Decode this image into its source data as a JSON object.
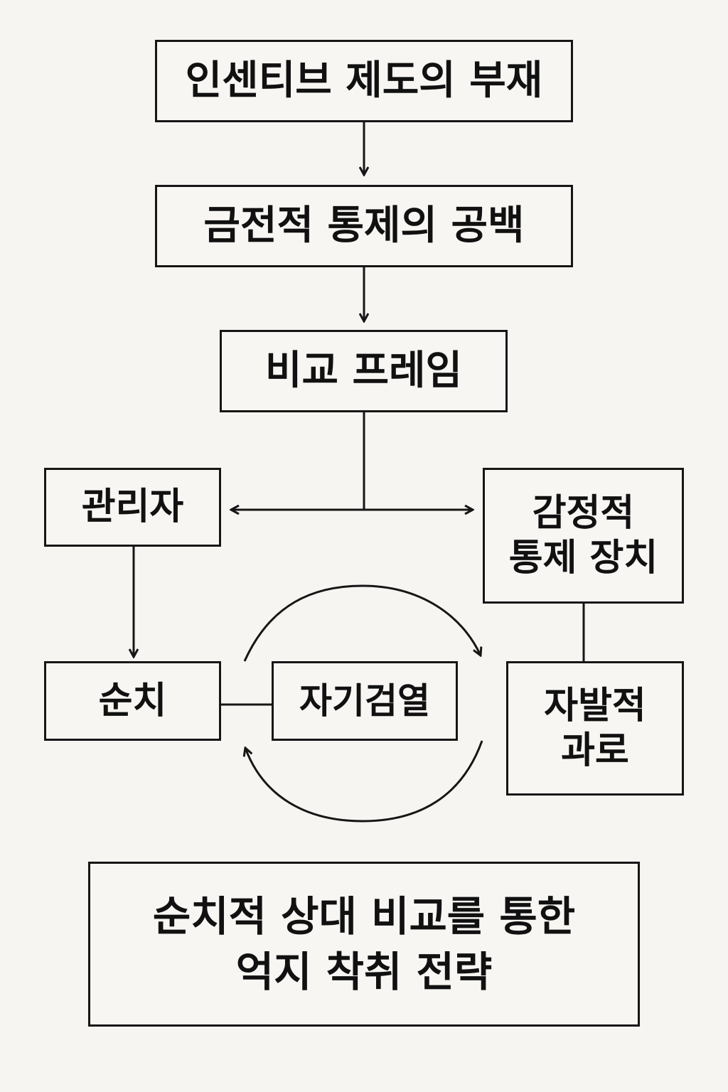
{
  "diagram": {
    "type": "flowchart",
    "language": "ko",
    "colors": {
      "background": "#f7f5f2",
      "stroke": "#161616",
      "text": "#111111"
    },
    "nodes": {
      "incentive_absence": {
        "lines": [
          "인센티브 제도의 부재"
        ]
      },
      "monetary_control_gap": {
        "lines": [
          "금전적 통제의 공백"
        ]
      },
      "comparison_frame": {
        "lines": [
          "비교 프레임"
        ]
      },
      "manager": {
        "lines": [
          "관리자"
        ]
      },
      "emotional_control": {
        "lines": [
          "감정적",
          "통제 장치"
        ]
      },
      "ranking": {
        "lines": [
          "순치"
        ]
      },
      "self_censorship": {
        "lines": [
          "자기검열"
        ]
      },
      "voluntary_overwork": {
        "lines": [
          "자발적",
          "과로"
        ]
      },
      "strategy": {
        "lines": [
          "순치적 상대 비교를 통한",
          "억지 착취 전략"
        ]
      }
    },
    "edges": [
      {
        "from": "incentive_absence",
        "to": "monetary_control_gap",
        "style": "arrow"
      },
      {
        "from": "monetary_control_gap",
        "to": "comparison_frame",
        "style": "arrow"
      },
      {
        "from": "comparison_frame",
        "to": "manager",
        "style": "arrow"
      },
      {
        "from": "comparison_frame",
        "to": "emotional_control",
        "style": "arrow"
      },
      {
        "from": "manager",
        "to": "ranking",
        "style": "arrow"
      },
      {
        "from": "ranking",
        "to": "self_censorship",
        "style": "line"
      },
      {
        "from": "emotional_control",
        "to": "voluntary_overwork",
        "style": "line"
      },
      {
        "from": "ranking",
        "to": "voluntary_overwork",
        "style": "curved-arrow-clockwise"
      },
      {
        "from": "voluntary_overwork",
        "to": "ranking",
        "style": "curved-arrow-clockwise"
      }
    ]
  }
}
